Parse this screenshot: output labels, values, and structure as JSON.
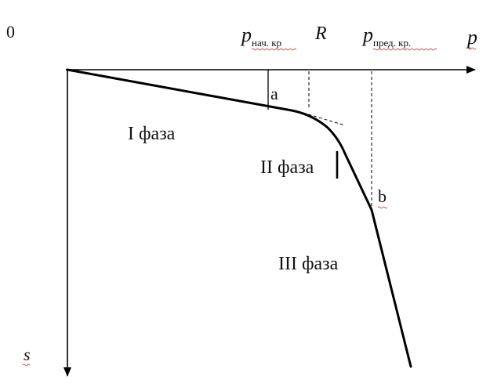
{
  "labels": {
    "origin": "0",
    "p_start_base": "p",
    "p_start_sub": "нач. кр",
    "R": "R",
    "p_limit_base": "p",
    "p_limit_sub": "пред. кр.",
    "p_axis": "p",
    "s_axis": "s",
    "point_a": "a",
    "point_b": "b",
    "phase_1": "I фаза",
    "phase_2": "II фаза",
    "phase_3": "III фаза"
  },
  "colors": {
    "line": "#000000",
    "spellcheck_underline": "#c0392b"
  }
}
